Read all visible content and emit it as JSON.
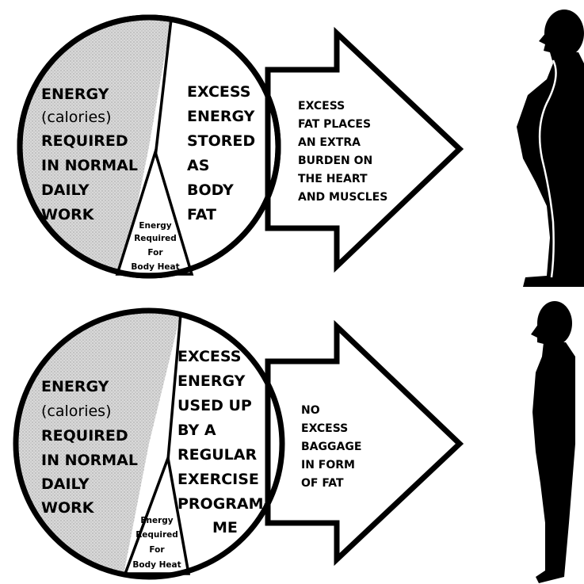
{
  "colors": {
    "ink": "#000000",
    "paper": "#ffffff",
    "shade": "#d4d4d4"
  },
  "top_panel": {
    "normal_work": [
      "ENERGY",
      "(calories)",
      "REQUIRED",
      "IN NORMAL",
      "DAILY",
      "WORK"
    ],
    "excess": [
      "EXCESS",
      "ENERGY",
      "STORED",
      "AS",
      "BODY",
      "FAT"
    ],
    "body_heat": [
      "Energy",
      "Required",
      "For",
      "Body Heat"
    ],
    "arrow_text": [
      "EXCESS",
      "FAT PLACES",
      "AN EXTRA",
      "BURDEN ON",
      "THE HEART",
      "AND MUSCLES"
    ],
    "figure_icon": "overweight-person-silhouette-icon"
  },
  "bottom_panel": {
    "normal_work": [
      "ENERGY",
      "(calories)",
      "REQUIRED",
      "IN NORMAL",
      "DAILY",
      "WORK"
    ],
    "excess": [
      "EXCESS",
      "ENERGY",
      "USED UP",
      "BY A",
      "REGULAR",
      "EXERCISE",
      "PROGRAM-",
      "ME"
    ],
    "body_heat": [
      "Energy",
      "Required",
      "For",
      "Body Heat"
    ],
    "arrow_text": [
      "NO",
      "EXCESS",
      "BAGGAGE",
      "IN FORM",
      "OF FAT"
    ],
    "figure_icon": "fit-person-silhouette-icon"
  }
}
